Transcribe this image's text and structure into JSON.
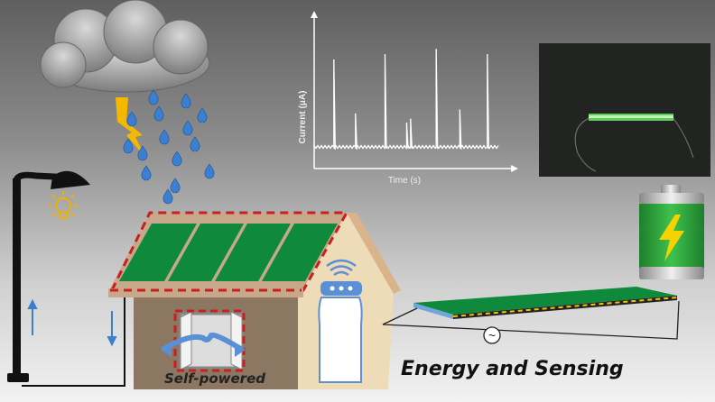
{
  "chart_data": {
    "type": "line",
    "title": "",
    "xlabel": "Time (s)",
    "ylabel": "Current (μA)",
    "xlim": [
      0,
      1
    ],
    "ylim": [
      0,
      1
    ],
    "grid": false,
    "peaks": [
      {
        "x": 0.1,
        "y": 0.66
      },
      {
        "x": 0.21,
        "y": 0.25
      },
      {
        "x": 0.36,
        "y": 0.7
      },
      {
        "x": 0.47,
        "y": 0.18
      },
      {
        "x": 0.49,
        "y": 0.21
      },
      {
        "x": 0.62,
        "y": 0.74
      },
      {
        "x": 0.74,
        "y": 0.28
      },
      {
        "x": 0.88,
        "y": 0.7
      }
    ]
  },
  "labels": {
    "self_powered": "Self-powered",
    "energy_sensing": "Energy and Sensing",
    "ac_source": "~"
  },
  "colors": {
    "panel_green": "#0f8a3c",
    "dashed_red": "#c8201e",
    "rain_blue": "#3a7fd0",
    "bolt_yellow": "#f5b800",
    "battery_green": "#2aa23a"
  }
}
